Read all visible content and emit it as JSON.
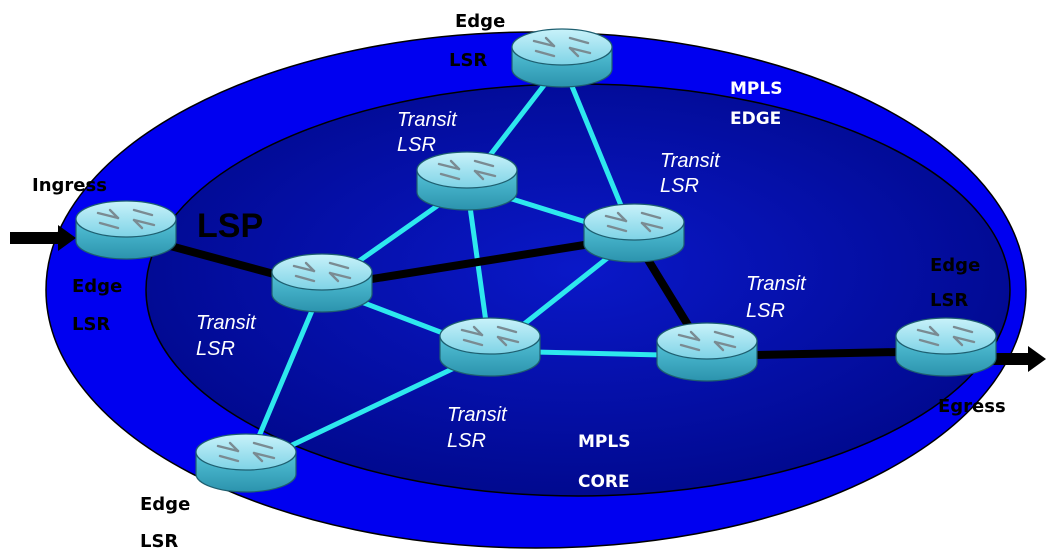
{
  "zones": {
    "edge": [
      "MPLS",
      "EDGE"
    ],
    "core": [
      "MPLS",
      "CORE"
    ]
  },
  "path_label": "LSP",
  "endpoints": {
    "ingress": "Ingress",
    "egress": "Egress"
  },
  "routers": [
    {
      "id": "edge-top",
      "role": "edge",
      "label": [
        "Edge",
        "LSR"
      ]
    },
    {
      "id": "edge-left",
      "role": "edge",
      "label": [
        "Edge",
        "LSR"
      ]
    },
    {
      "id": "edge-right",
      "role": "edge",
      "label": [
        "Edge",
        "LSR"
      ]
    },
    {
      "id": "edge-bottom",
      "role": "edge",
      "label": [
        "Edge",
        "LSR"
      ]
    },
    {
      "id": "transit-top",
      "role": "transit",
      "label": [
        "Transit",
        "LSR"
      ]
    },
    {
      "id": "transit-right-upper",
      "role": "transit",
      "label": [
        "Transit",
        "LSR"
      ]
    },
    {
      "id": "transit-left",
      "role": "transit",
      "label": [
        "Transit",
        "LSR"
      ]
    },
    {
      "id": "transit-center",
      "role": "transit",
      "label": [
        "Transit",
        "LSR"
      ]
    },
    {
      "id": "transit-right-lower",
      "role": "transit",
      "label": [
        "Transit",
        "LSR"
      ]
    }
  ],
  "links": [
    {
      "from": "edge-top",
      "to": "transit-top",
      "lsp": false
    },
    {
      "from": "edge-top",
      "to": "transit-right-upper",
      "lsp": false
    },
    {
      "from": "transit-top",
      "to": "transit-right-upper",
      "lsp": false
    },
    {
      "from": "transit-top",
      "to": "transit-left",
      "lsp": false
    },
    {
      "from": "transit-top",
      "to": "transit-center",
      "lsp": false
    },
    {
      "from": "transit-right-upper",
      "to": "transit-center",
      "lsp": false
    },
    {
      "from": "transit-left",
      "to": "transit-center",
      "lsp": false
    },
    {
      "from": "transit-left",
      "to": "edge-bottom",
      "lsp": false
    },
    {
      "from": "transit-center",
      "to": "edge-bottom",
      "lsp": false
    },
    {
      "from": "transit-center",
      "to": "transit-right-lower",
      "lsp": false
    },
    {
      "from": "edge-left",
      "to": "transit-left",
      "lsp": true
    },
    {
      "from": "transit-left",
      "to": "transit-right-upper",
      "lsp": true
    },
    {
      "from": "transit-right-upper",
      "to": "transit-right-lower",
      "lsp": true
    },
    {
      "from": "transit-right-lower",
      "to": "edge-right",
      "lsp": true
    }
  ],
  "colors": {
    "outer_ring": "#0000f0",
    "inner_core": "#000a9e",
    "link": "#2ee8ee",
    "lsp": "#000000",
    "router_top": "#9de4f0",
    "router_side": "#3cb0c8"
  }
}
